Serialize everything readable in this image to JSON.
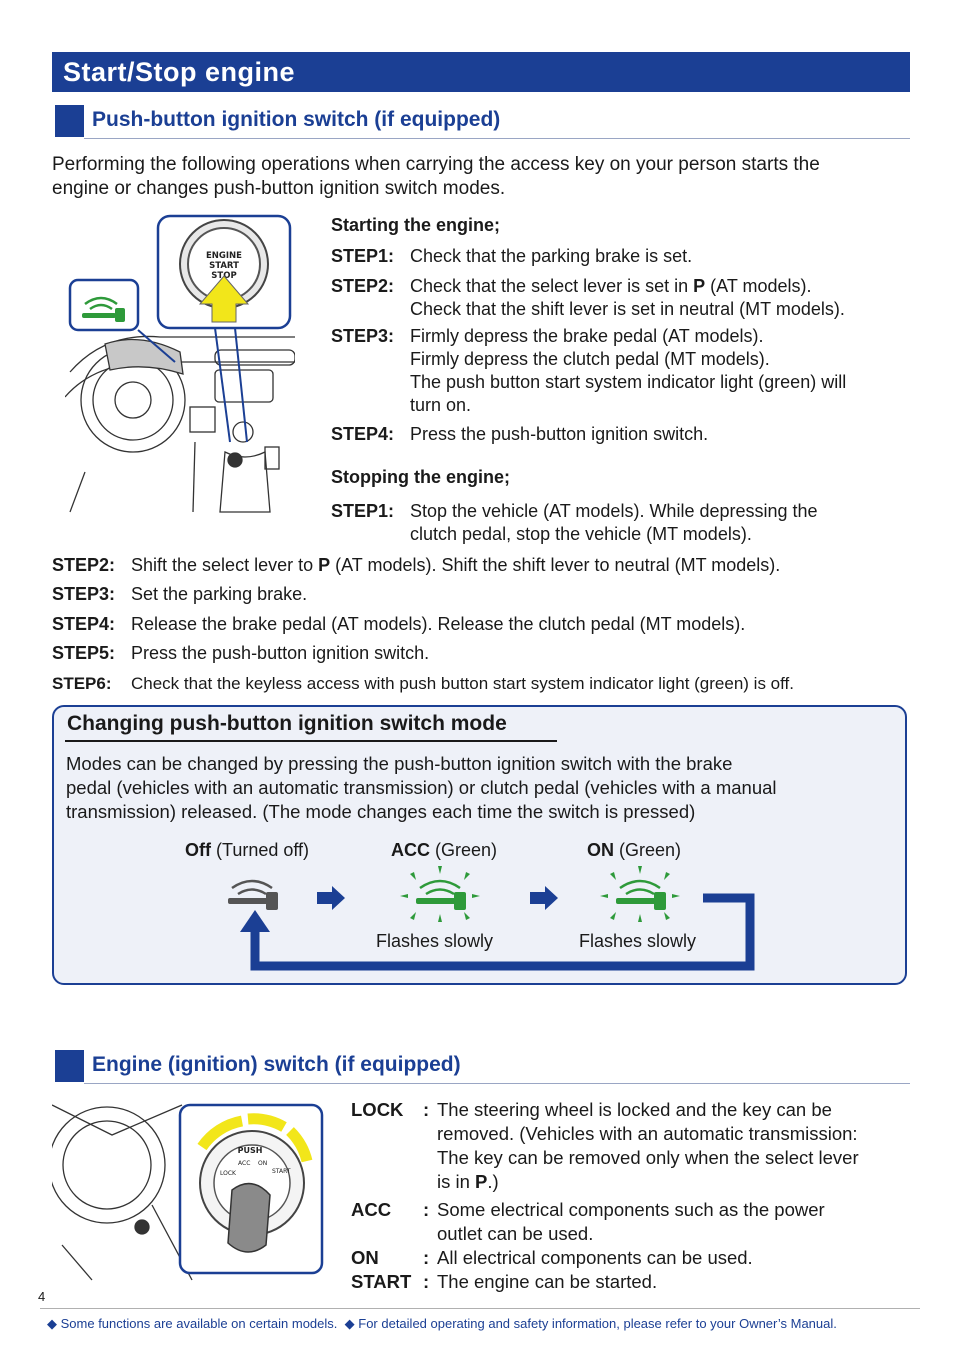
{
  "title": "Start/Stop engine",
  "section1": {
    "heading": "Push-button ignition switch (if equipped)",
    "intro_1": "Performing the following operations when carrying the access key on your person starts the",
    "intro_2": "engine or changes push-button ignition switch modes.",
    "button_text": [
      "ENGINE",
      "START",
      "STOP"
    ],
    "starting": {
      "heading": "Starting the engine;",
      "steps": [
        {
          "label": "STEP1:",
          "lines": [
            "Check that the parking brake is set."
          ]
        },
        {
          "label": "STEP2:",
          "pre": "Check that the select lever is set in ",
          "bold": "P",
          "post": " (AT models).",
          "lines": [
            "Check that the shift lever is set in neutral (MT models)."
          ]
        },
        {
          "label": "STEP3:",
          "lines": [
            "Firmly depress the brake pedal (AT models).",
            "Firmly depress the clutch pedal (MT models).",
            "The push button start system indicator light (green) will",
            "turn on."
          ]
        },
        {
          "label": "STEP4:",
          "lines": [
            "Press the push-button ignition switch."
          ]
        }
      ]
    },
    "stopping": {
      "heading": "Stopping the engine;",
      "step1": {
        "label": "STEP1:",
        "lines": [
          "Stop the vehicle (AT models). While depressing the",
          "clutch pedal, stop the vehicle (MT models)."
        ]
      },
      "steps": [
        {
          "label": "STEP2:",
          "pre": "Shift the select lever to ",
          "bold": "P",
          "post": " (AT models). Shift the shift lever to neutral (MT models)."
        },
        {
          "label": "STEP3:",
          "text": "Set the parking brake."
        },
        {
          "label": "STEP4:",
          "text": "Release the brake pedal (AT models). Release the clutch pedal (MT models)."
        },
        {
          "label": "STEP5:",
          "text": "Press the push-button ignition switch."
        },
        {
          "label": "STEP6:",
          "text": "Check that the keyless access with push button start system indicator light (green) is off."
        }
      ]
    }
  },
  "mode_box": {
    "title": "Changing push-button ignition switch mode",
    "desc": [
      "Modes can be changed by pressing the push-button ignition switch with the brake",
      "pedal (vehicles with an automatic transmission) or clutch pedal (vehicles with a manual",
      "transmission) released. (The mode changes each time the switch is pressed)"
    ],
    "modes": [
      {
        "name": "Off",
        "note": " (Turned off)",
        "sub": ""
      },
      {
        "name": "ACC",
        "note": " (Green)",
        "sub": "Flashes slowly"
      },
      {
        "name": "ON",
        "note": " (Green)",
        "sub": "Flashes slowly"
      }
    ]
  },
  "section2": {
    "heading": "Engine (ignition) switch (if equipped)",
    "dial_labels": [
      "PUSH",
      "LOCK",
      "ACC",
      "ON",
      "START"
    ],
    "positions": [
      {
        "label": "LOCK",
        "lines": [
          "The steering wheel is locked and the key can be",
          "removed. (Vehicles with an automatic transmission:",
          "The key can be removed only when the select lever"
        ],
        "last_pre": "is in ",
        "last_bold": "P",
        "last_post": ".)"
      },
      {
        "label": "ACC",
        "lines": [
          "Some electrical components such as the power",
          "outlet can be used."
        ]
      },
      {
        "label": "ON",
        "lines": [
          "All electrical components can be used."
        ]
      },
      {
        "label": "START",
        "lines": [
          "The engine can be started."
        ]
      }
    ]
  },
  "page_number": "4",
  "footer": {
    "note1": "Some functions are available on certain models.",
    "note2": "For detailed operating and safety information, please refer to your Owner’s Manual."
  },
  "colors": {
    "brand_blue": "#1b3f94",
    "indicator_green": "#2e9a3a",
    "arrow_yellow": "#f2e61a"
  }
}
